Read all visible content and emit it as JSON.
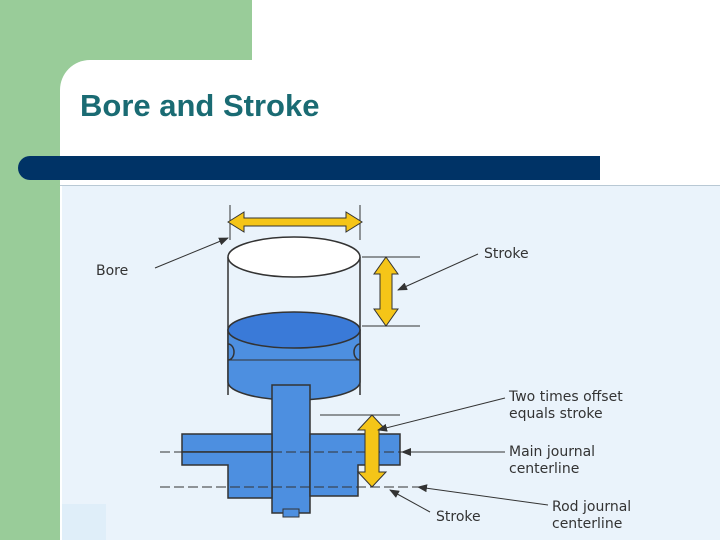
{
  "slide": {
    "title": "Bore and Stroke"
  },
  "diagram": {
    "labels": {
      "bore": "Bore",
      "stroke_top": "Stroke",
      "offset_line1": "Two times offset",
      "offset_line2": "equals stroke",
      "main_line1": "Main journal",
      "main_line2": "centerline",
      "stroke_bottom": "Stroke",
      "rod_line1": "Rod journal",
      "rod_line2": "centerline"
    }
  },
  "colors": {
    "accent_green": "#99cc99",
    "title_bar": "#003366",
    "title_text": "#1a6b73",
    "piston_blue": "#4d8fe0",
    "arrow_yellow": "#f5c518"
  }
}
